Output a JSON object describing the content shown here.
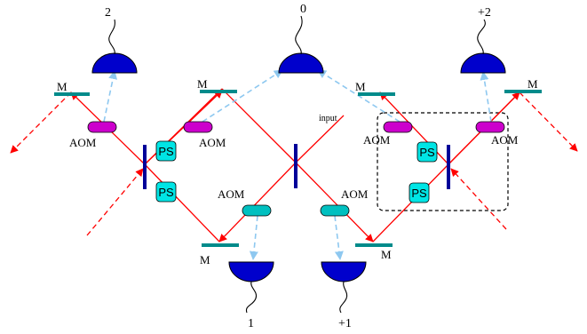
{
  "colors": {
    "beam": "#ff0000",
    "detection_beam": "#8ec8f0",
    "detector": "#0000cc",
    "beam_splitter": "#000099",
    "mirror": "#008b8b",
    "aom_magenta": "#cc00cc",
    "aom_cyan": "#00c0c0",
    "phase_shifter": "#00e5e5"
  },
  "labels": {
    "input": "input",
    "mirror": "M",
    "aom": "AOM",
    "phase_shifter": "PS"
  },
  "detectors": {
    "top_left": "2",
    "top_center": "0",
    "top_right": "+2",
    "bottom_left": "1",
    "bottom_right": "+1"
  }
}
